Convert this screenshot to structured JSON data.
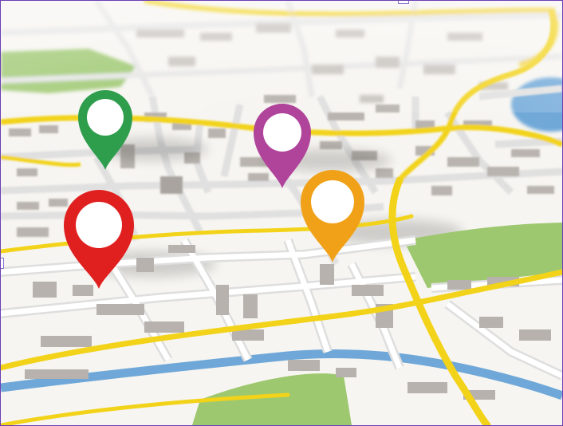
{
  "map": {
    "background_color": "#f7f5f1",
    "frame_color": "#6a3fb5",
    "road_major_color": "#f2d31a",
    "road_minor_color": "#e4e4e4",
    "building_color": "#b7b2ad",
    "park_color": "#9dc86f",
    "water_color": "#6fa8d8"
  },
  "markers": [
    {
      "name": "green-pin",
      "color": "#2e9e4d"
    },
    {
      "name": "purple-pin",
      "color": "#b0439a"
    },
    {
      "name": "red-pin",
      "color": "#e0201f"
    },
    {
      "name": "orange-pin",
      "color": "#f0a118"
    }
  ]
}
